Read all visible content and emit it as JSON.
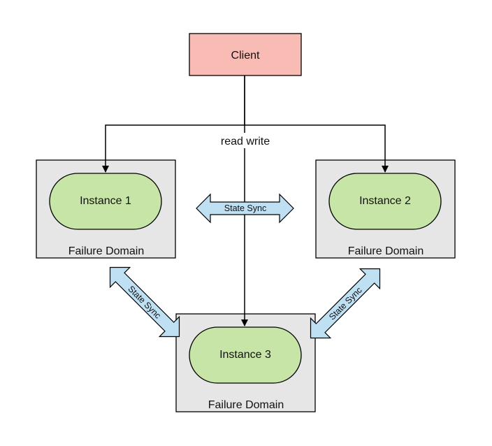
{
  "client": {
    "label": "Client"
  },
  "connector": {
    "label": "read write"
  },
  "domains": [
    {
      "label": "Failure Domain",
      "instance": "Instance 1"
    },
    {
      "label": "Failure Domain",
      "instance": "Instance 2"
    },
    {
      "label": "Failure Domain",
      "instance": "Instance 3"
    }
  ],
  "sync_arrows": [
    {
      "label": "State Sync"
    },
    {
      "label": "State Sync"
    },
    {
      "label": "State Sync"
    }
  ],
  "colors": {
    "client_fill": "#f9bcb4",
    "domain_fill": "#e6e6e6",
    "instance_fill": "#c8e5a8",
    "sync_fill": "#bfe0f2",
    "line": "#000000"
  }
}
